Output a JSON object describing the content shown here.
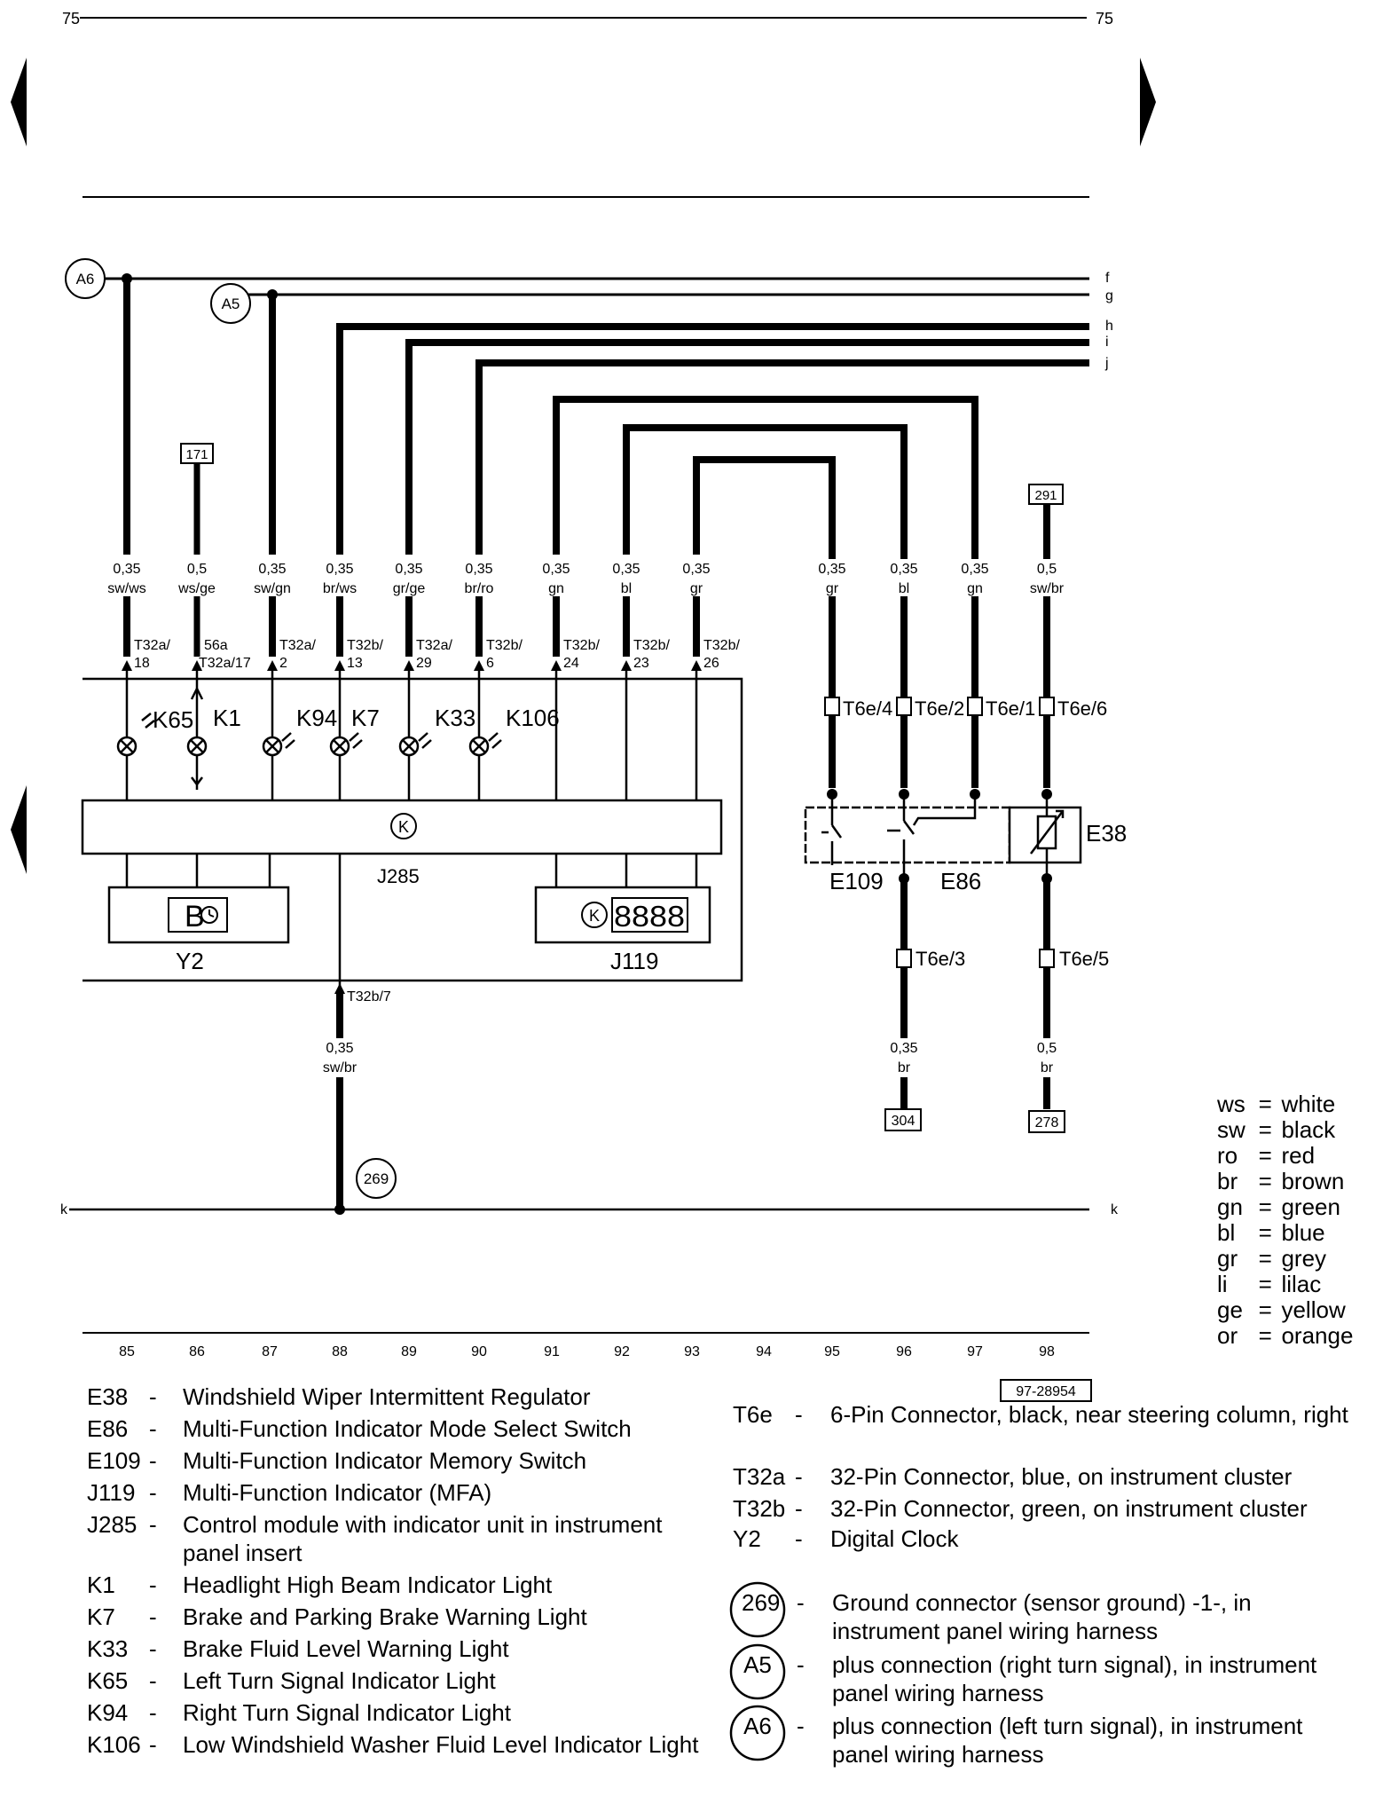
{
  "page": {
    "number_left": "75",
    "number_right": "75",
    "figure_id": "97-28954"
  },
  "rails": [
    {
      "id": "f",
      "label": "f"
    },
    {
      "id": "g",
      "label": "g"
    },
    {
      "id": "h",
      "label": "h"
    },
    {
      "id": "i",
      "label": "i"
    },
    {
      "id": "j",
      "label": "j"
    },
    {
      "id": "k",
      "label_left": "k",
      "label_right": "k"
    }
  ],
  "ref_circles": {
    "a6": "A6",
    "a5": "A5",
    "g269": "269"
  },
  "ref_boxes": {
    "b171": "171",
    "b291": "291",
    "b304": "304",
    "b278": "278"
  },
  "wires": [
    {
      "col": "85",
      "size": "0,35",
      "color": "sw/ws",
      "pin_top": "T32a/",
      "pin_bottom": "18"
    },
    {
      "col": "86",
      "size": "0,5",
      "color": "ws/ge",
      "pin_top": "56a",
      "pin_bottom": "T32a/17"
    },
    {
      "col": "87",
      "size": "0,35",
      "color": "sw/gn",
      "pin_top": "T32a/",
      "pin_bottom": "2"
    },
    {
      "col": "88",
      "size": "0,35",
      "color": "br/ws",
      "pin_top": "T32b/",
      "pin_bottom": "13"
    },
    {
      "col": "89",
      "size": "0,35",
      "color": "gr/ge",
      "pin_top": "T32a/",
      "pin_bottom": "29"
    },
    {
      "col": "90",
      "size": "0,35",
      "color": "br/ro",
      "pin_top": "T32b/",
      "pin_bottom": "6"
    },
    {
      "col": "91",
      "size": "0,35",
      "color": "gn",
      "pin_top": "T32b/",
      "pin_bottom": "24"
    },
    {
      "col": "92",
      "size": "0,35",
      "color": "bl",
      "pin_top": "T32b/",
      "pin_bottom": "23"
    },
    {
      "col": "93",
      "size": "0,35",
      "color": "gr",
      "pin_top": "T32b/",
      "pin_bottom": "26"
    },
    {
      "col": "95",
      "size": "0,35",
      "color": "gr",
      "pin": "T6e/4"
    },
    {
      "col": "96",
      "size": "0,35",
      "color": "bl",
      "pin": "T6e/2"
    },
    {
      "col": "97",
      "size": "0,35",
      "color": "gn",
      "pin": "T6e/1"
    },
    {
      "col": "98",
      "size": "0,5",
      "color": "sw/br",
      "pin": "T6e/6"
    }
  ],
  "lower_wires": {
    "w88": {
      "size": "0,35",
      "color": "sw/br",
      "pin": "T32b/7"
    },
    "w96": {
      "size": "0,35",
      "color": "br",
      "pin": "T6e/3"
    },
    "w98": {
      "size": "0,5",
      "color": "br",
      "pin": "T6e/5"
    }
  },
  "components": {
    "K65": "K65",
    "K1": "K1",
    "K94": "K94",
    "K7": "K7",
    "K33": "K33",
    "K106": "K106",
    "J285": "J285",
    "J119": "J119",
    "Y2": "Y2",
    "E109": "E109",
    "E86": "E86",
    "E38": "E38",
    "clock_digits": "B",
    "mfa_digits": "8888"
  },
  "columns": [
    "85",
    "86",
    "87",
    "88",
    "89",
    "90",
    "91",
    "92",
    "93",
    "94",
    "95",
    "96",
    "97",
    "98"
  ],
  "color_key": [
    {
      "abbr": "ws",
      "name": "white"
    },
    {
      "abbr": "sw",
      "name": "black"
    },
    {
      "abbr": "ro",
      "name": "red"
    },
    {
      "abbr": "br",
      "name": "brown"
    },
    {
      "abbr": "gn",
      "name": "green"
    },
    {
      "abbr": "bl",
      "name": "blue"
    },
    {
      "abbr": "gr",
      "name": "grey"
    },
    {
      "abbr": "li",
      "name": "lilac"
    },
    {
      "abbr": "ge",
      "name": "yellow"
    },
    {
      "abbr": "or",
      "name": "orange"
    }
  ],
  "legend_left": [
    {
      "code": "E38",
      "desc": "Windshield Wiper Intermittent Regulator"
    },
    {
      "code": "E86",
      "desc": "Multi-Function Indicator Mode Select Switch"
    },
    {
      "code": "E109",
      "desc": "Multi-Function Indicator Memory Switch"
    },
    {
      "code": "J119",
      "desc": "Multi-Function Indicator (MFA)"
    },
    {
      "code": "J285",
      "desc": "Control module with indicator unit in instrument panel insert"
    },
    {
      "code": "K1",
      "desc": "Headlight High Beam Indicator Light"
    },
    {
      "code": "K7",
      "desc": "Brake and Parking Brake Warning Light"
    },
    {
      "code": "K33",
      "desc": "Brake Fluid Level Warning Light"
    },
    {
      "code": "K65",
      "desc": "Left Turn Signal Indicator Light"
    },
    {
      "code": "K94",
      "desc": "Right Turn Signal Indicator Light"
    },
    {
      "code": "K106",
      "desc": "Low Windshield Washer Fluid Level Indicator Light"
    }
  ],
  "legend_right": [
    {
      "code": "T6e",
      "desc": "6-Pin Connector, black, near steering column, right"
    },
    {
      "code": "T32a",
      "desc": "32-Pin Connector, blue, on instrument cluster"
    },
    {
      "code": "T32b",
      "desc": "32-Pin Connector, green, on instrument cluster"
    },
    {
      "code": "Y2",
      "desc": "Digital Clock"
    }
  ],
  "legend_refs": [
    {
      "code": "269",
      "desc": "Ground connector (sensor ground) -1-, in instrument panel wiring harness"
    },
    {
      "code": "A5",
      "desc": "plus connection (right turn signal), in instrument panel wiring harness"
    },
    {
      "code": "A6",
      "desc": "plus connection (left turn signal), in instrument panel wiring harness"
    }
  ]
}
